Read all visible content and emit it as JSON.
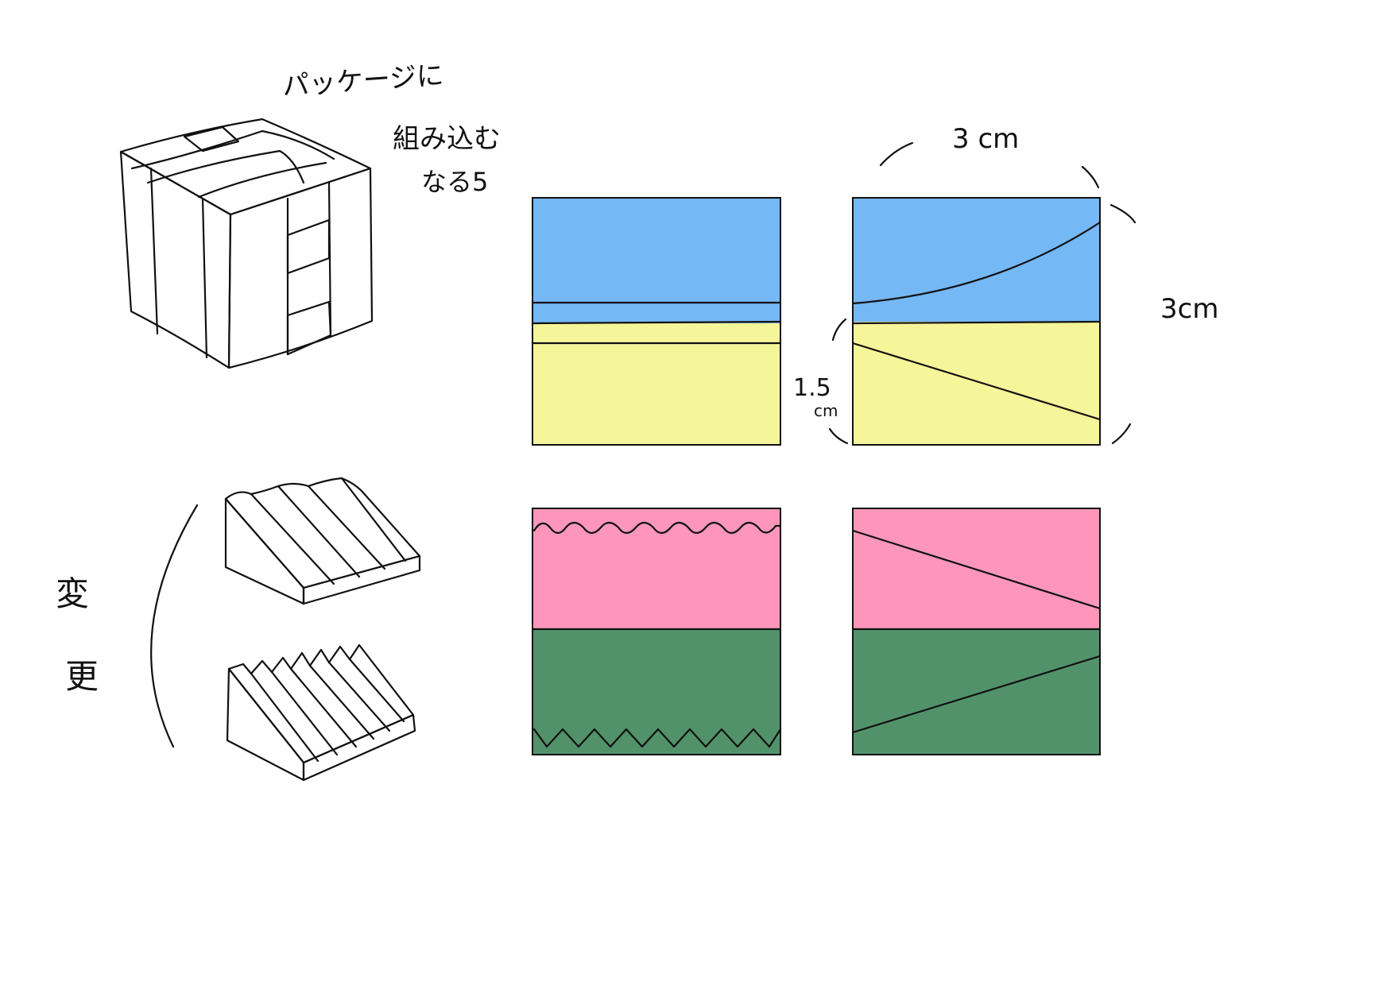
{
  "annotations": {
    "package_note_line1": "パッケージに",
    "package_note_line2": "組み込む",
    "package_note_line3": "なる5",
    "change_label_1": "変",
    "change_label_2": "更",
    "dim_top": "3 cm",
    "dim_right": "3cm",
    "dim_left_num": "1.5",
    "dim_left_unit": "cm"
  },
  "colors": {
    "sky_blue": "#74b8f5",
    "pale_yellow": "#f5f599",
    "pink": "#fd96ba",
    "green": "#52926a",
    "box_beige": "#f7e2d5",
    "ink": "#111111"
  }
}
